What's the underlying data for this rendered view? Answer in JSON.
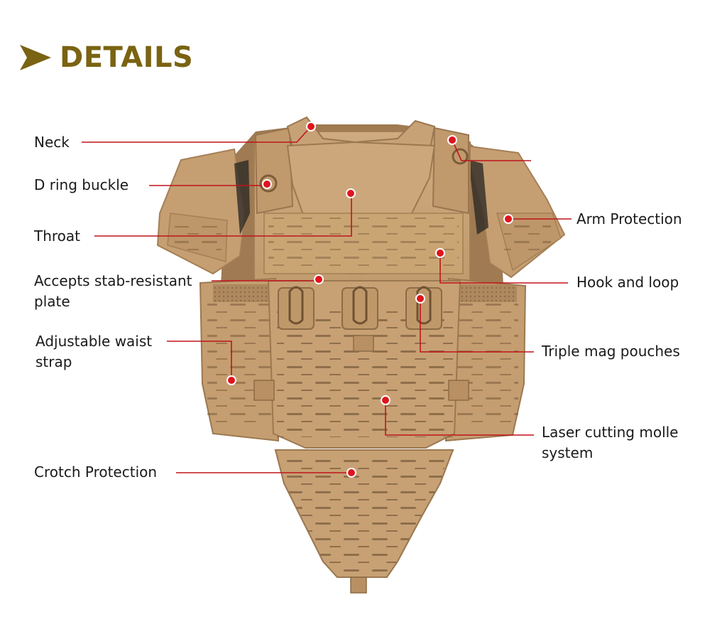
{
  "header": {
    "title": "DETAILS",
    "icon": "play-arrow-icon"
  },
  "colors": {
    "accent": "#7a6312",
    "vest_base": "#c9a47a",
    "vest_shade": "#b58d5f",
    "vest_dark": "#8d6b45",
    "leader_line": "#c0141b",
    "dot": "#e0141c"
  },
  "labels": {
    "neck": "Neck",
    "d_ring_buckle": "D ring buckle",
    "throat": "Throat",
    "stab_plate_line1": "Accepts stab-resistant",
    "stab_plate_line2": "plate",
    "waist_strap_line1": "Adjustable waist",
    "waist_strap_line2": "strap",
    "crotch": "Crotch Protection",
    "arm": "Arm Protection",
    "hook_loop": "Hook and loop",
    "mag_pouches": "Triple mag pouches",
    "molle_line1": "Laser cutting molle",
    "molle_line2": "system"
  }
}
